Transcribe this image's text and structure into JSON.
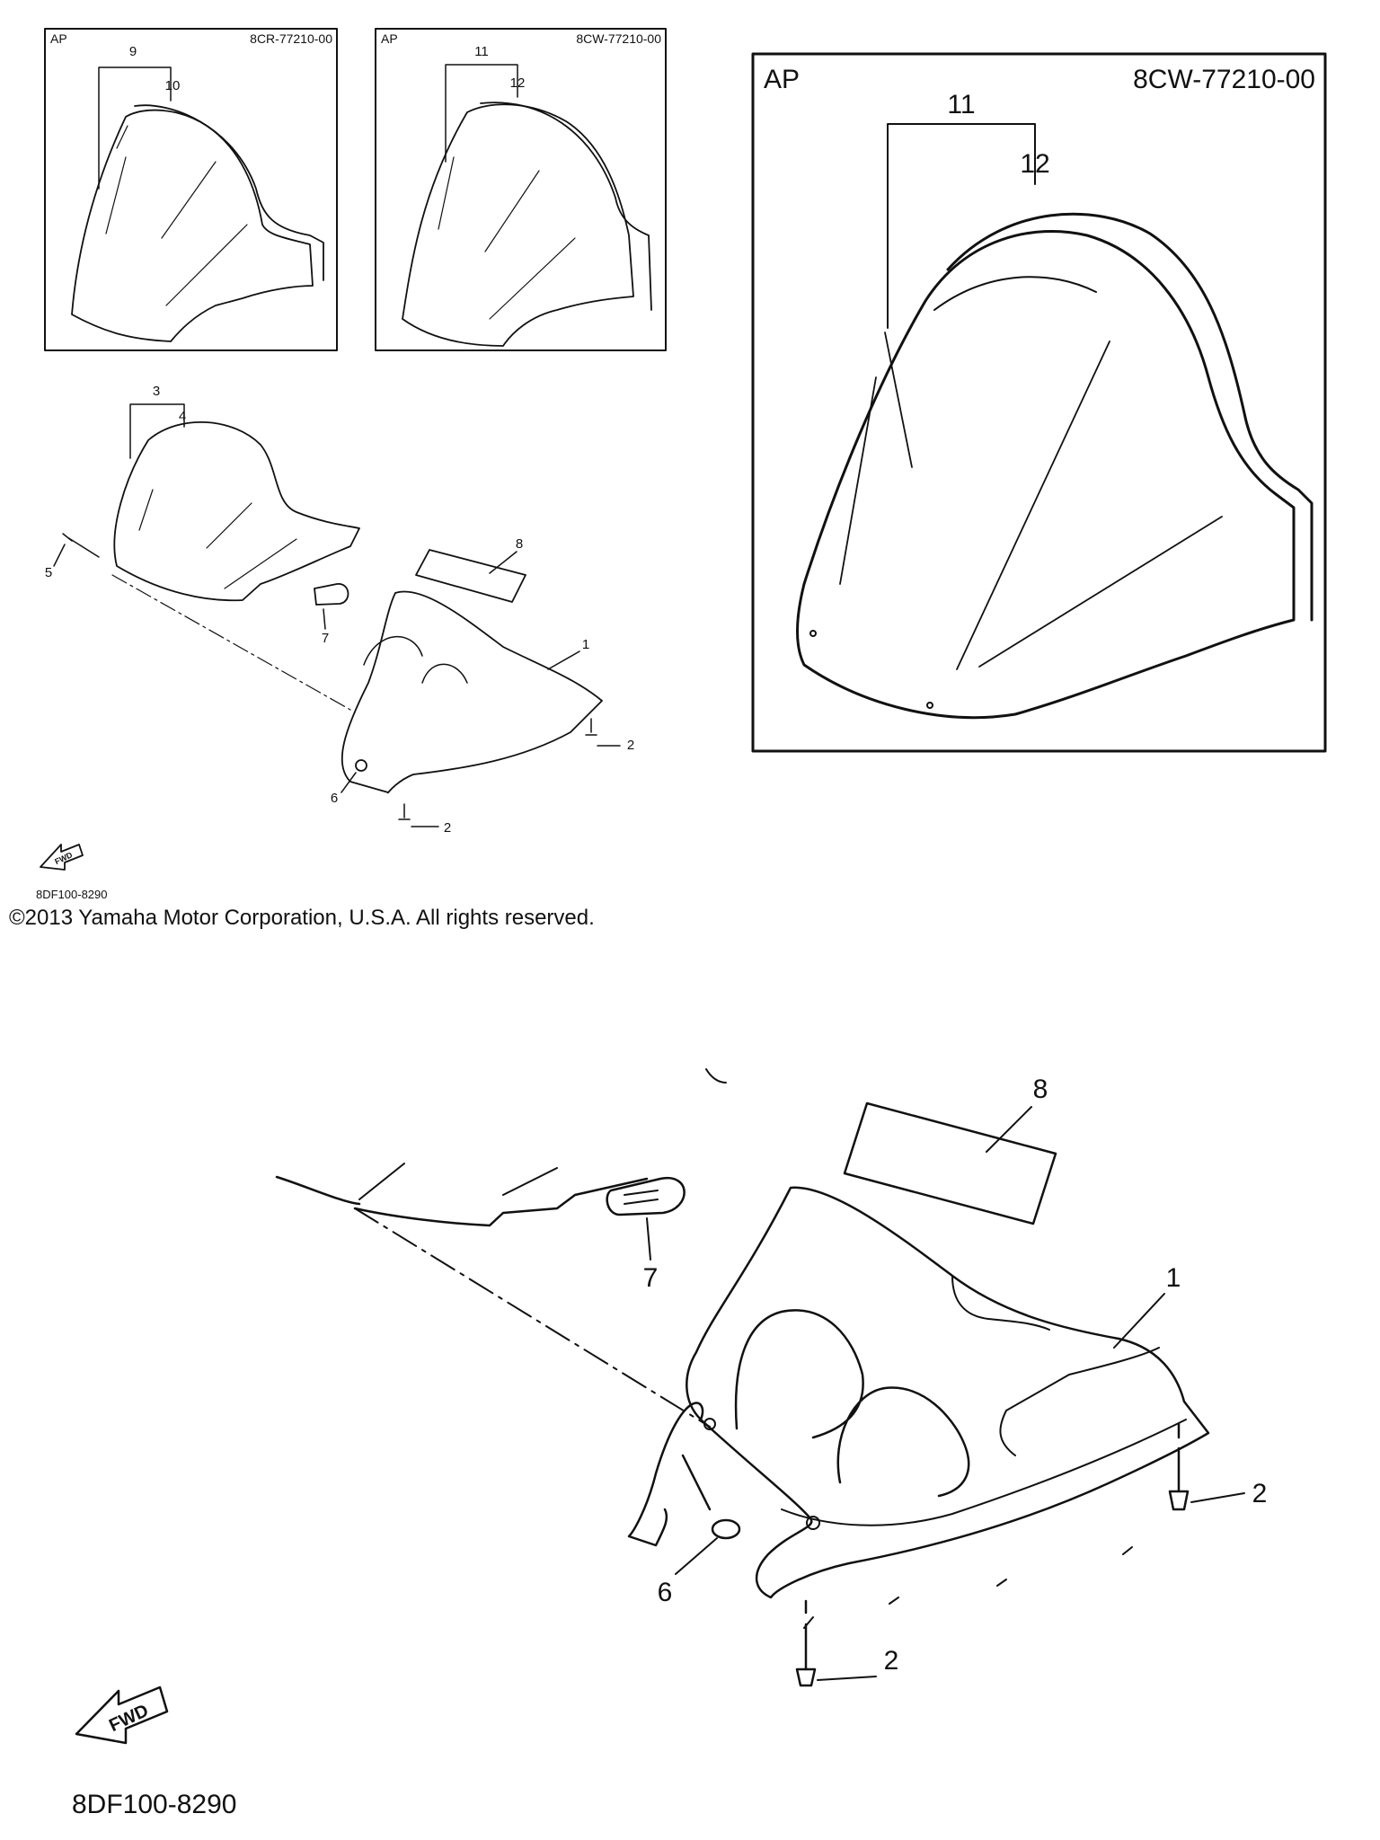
{
  "panels": {
    "small_8cr": {
      "region": "AP",
      "part_code": "8CR-77210-00",
      "callout_a": "9",
      "callout_b": "10"
    },
    "small_8cw": {
      "region": "AP",
      "part_code": "8CW-77210-00",
      "callout_a": "11",
      "callout_b": "12"
    },
    "large_8cw": {
      "region": "AP",
      "part_code": "8CW-77210-00",
      "callout_a": "11",
      "callout_b": "12"
    }
  },
  "small_assembly": {
    "callouts": {
      "c1": "1",
      "c2a": "2",
      "c2b": "2",
      "c3": "3",
      "c4": "4",
      "c5": "5",
      "c6": "6",
      "c7": "7",
      "c8": "8"
    },
    "fwd_label": "FWD",
    "diagram_code": "8DF100-8290"
  },
  "copyright": "©2013 Yamaha Motor Corporation, U.S.A. All rights reserved.",
  "large_assembly": {
    "callouts": {
      "c1": "1",
      "c2a": "2",
      "c2b": "2",
      "c6": "6",
      "c7": "7",
      "c8": "8"
    },
    "fwd_label": "FWD",
    "diagram_code": "8DF100-8290"
  }
}
